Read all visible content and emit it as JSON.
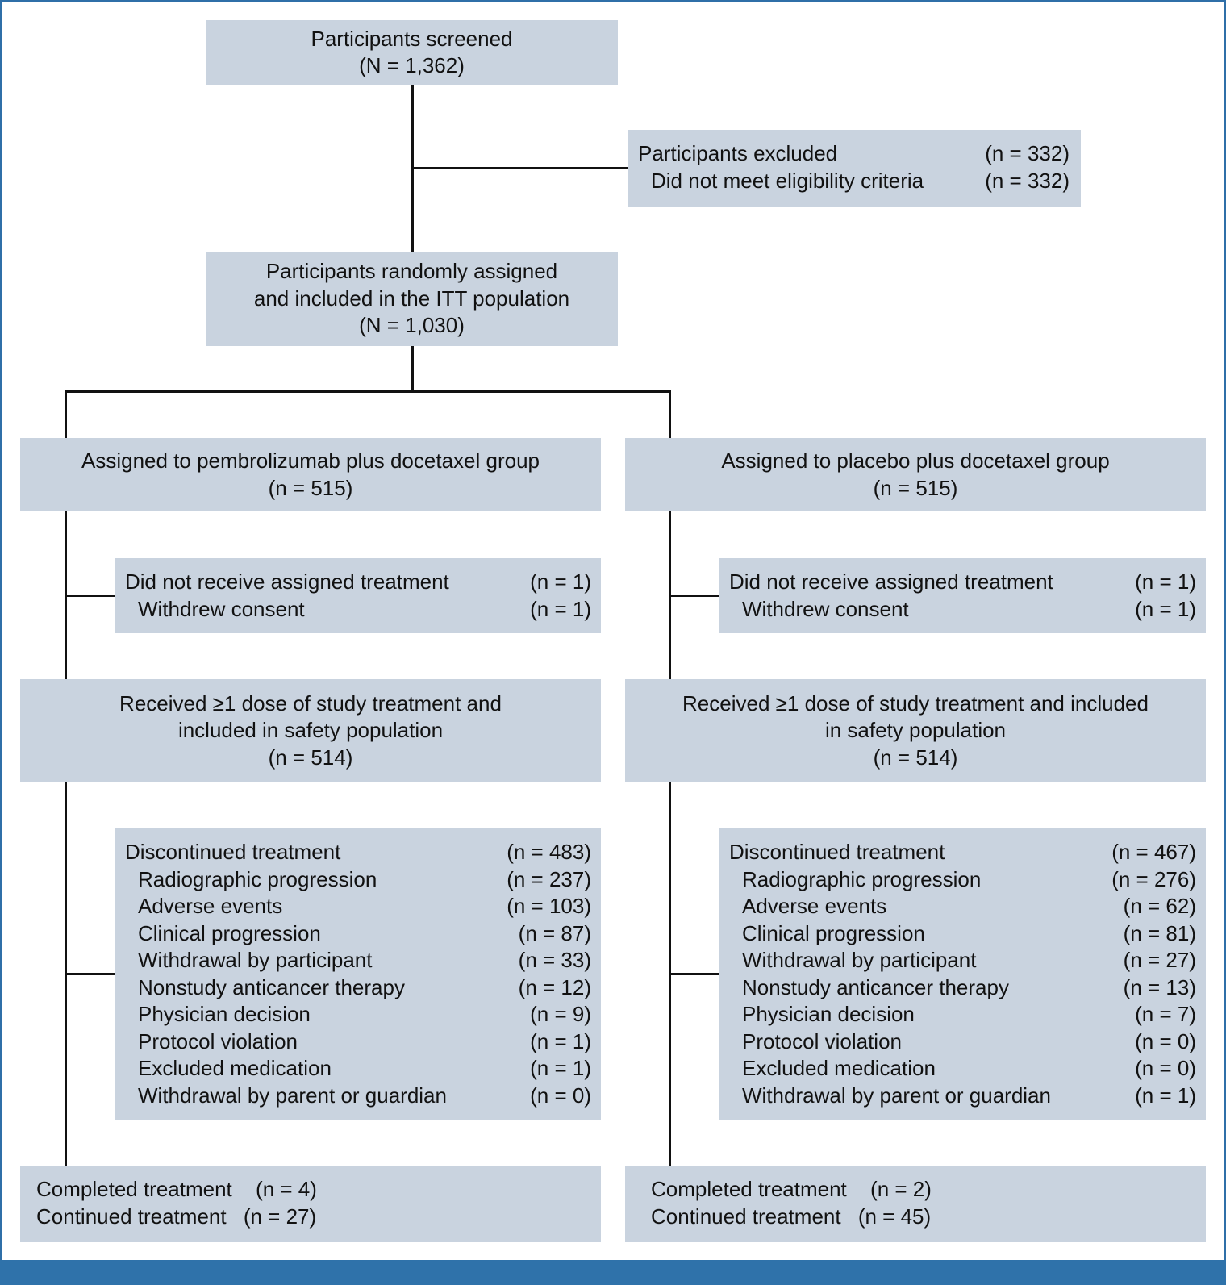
{
  "screened": {
    "title": "Participants screened",
    "count": "(N = 1,362)"
  },
  "excluded": {
    "title": "Participants excluded",
    "title_count": "(n = 332)",
    "reason": "Did not meet eligibility criteria",
    "reason_count": "(n = 332)"
  },
  "randomized": {
    "line1": "Participants randomly assigned",
    "line2": "and included in the ITT population",
    "count": "(N = 1,030)"
  },
  "left": {
    "assigned": {
      "title": "Assigned to pembrolizumab plus docetaxel group",
      "count": "(n = 515)"
    },
    "not_received": {
      "title": "Did not receive assigned treatment",
      "title_count": "(n = 1)",
      "reason": "Withdrew consent",
      "reason_count": "(n = 1)"
    },
    "safety": {
      "line1": "Received ≥1 dose of study treatment and",
      "line2": "included in safety population",
      "count": "(n = 514)"
    },
    "discontinued": {
      "title": "Discontinued treatment",
      "title_count": "(n = 483)",
      "reasons": [
        {
          "label": "Radiographic progression",
          "count": "(n = 237)"
        },
        {
          "label": "Adverse events",
          "count": "(n = 103)"
        },
        {
          "label": "Clinical progression",
          "count": "(n = 87)"
        },
        {
          "label": "Withdrawal by participant",
          "count": "(n = 33)"
        },
        {
          "label": "Nonstudy anticancer therapy",
          "count": "(n = 12)"
        },
        {
          "label": "Physician decision",
          "count": "(n = 9)"
        },
        {
          "label": "Protocol violation",
          "count": "(n = 1)"
        },
        {
          "label": "Excluded medication",
          "count": "(n = 1)"
        },
        {
          "label": "Withdrawal by parent or guardian",
          "count": "(n = 0)"
        }
      ]
    },
    "final": {
      "completed": "Completed treatment",
      "completed_count": "(n = 4)",
      "continued": "Continued treatment",
      "continued_count": "(n = 27)"
    }
  },
  "right": {
    "assigned": {
      "title": "Assigned to placebo plus docetaxel group",
      "count": "(n = 515)"
    },
    "not_received": {
      "title": "Did not receive assigned treatment",
      "title_count": "(n = 1)",
      "reason": "Withdrew consent",
      "reason_count": "(n = 1)"
    },
    "safety": {
      "line1": "Received ≥1 dose of study treatment and included",
      "line2": "in safety population",
      "count": "(n = 514)"
    },
    "discontinued": {
      "title": "Discontinued treatment",
      "title_count": "(n = 467)",
      "reasons": [
        {
          "label": "Radiographic progression",
          "count": "(n = 276)"
        },
        {
          "label": "Adverse events",
          "count": "(n = 62)"
        },
        {
          "label": "Clinical progression",
          "count": "(n = 81)"
        },
        {
          "label": "Withdrawal by participant",
          "count": "(n = 27)"
        },
        {
          "label": "Nonstudy anticancer therapy",
          "count": "(n = 13)"
        },
        {
          "label": "Physician decision",
          "count": "(n = 7)"
        },
        {
          "label": "Protocol violation",
          "count": "(n = 0)"
        },
        {
          "label": "Excluded medication",
          "count": "(n = 0)"
        },
        {
          "label": "Withdrawal by parent or guardian",
          "count": "(n = 1)"
        }
      ]
    },
    "final": {
      "completed": "Completed treatment",
      "completed_count": "(n = 2)",
      "continued": "Continued treatment",
      "continued_count": "(n = 45)"
    }
  }
}
